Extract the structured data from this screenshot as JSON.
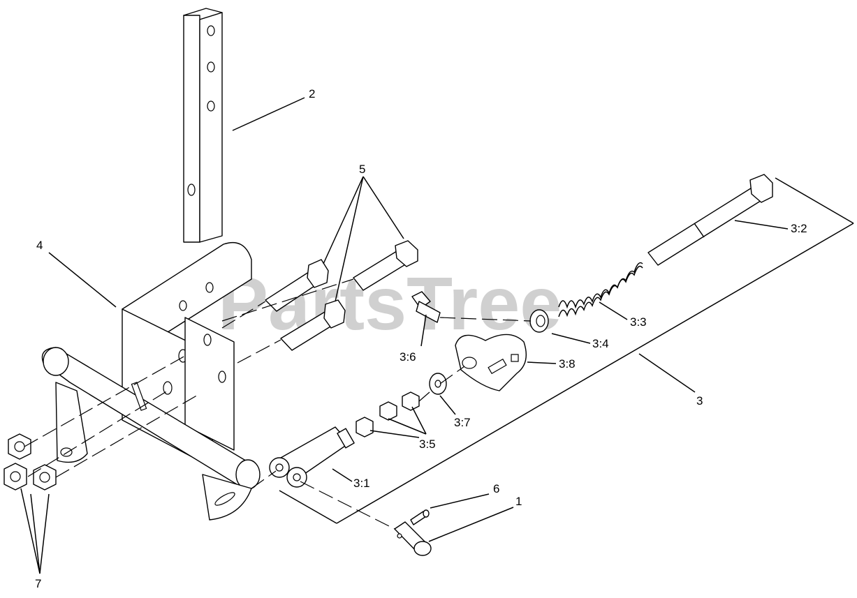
{
  "watermark": "PartsTree",
  "labels": {
    "p1": "1",
    "p2": "2",
    "p3": "3",
    "p3_1": "3:1",
    "p3_2": "3:2",
    "p3_3": "3:3",
    "p3_4": "3:4",
    "p3_5": "3:5",
    "p3_6": "3:6",
    "p3_7": "3:7",
    "p3_8": "3:8",
    "p4": "4",
    "p5": "5",
    "p6": "6",
    "p7": "7"
  }
}
